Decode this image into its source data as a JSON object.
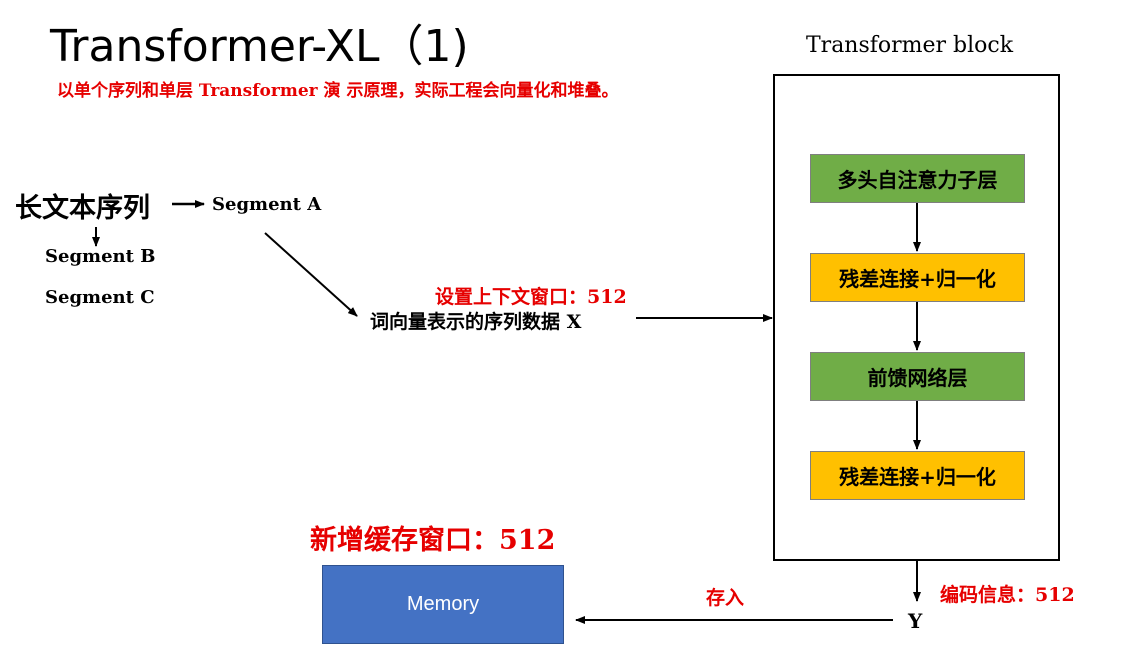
{
  "title": "Transformer-XL（1)",
  "subtitle": "以单个序列和单层 Transformer 演 示原理，实际工程会向量化和堆叠。",
  "transformer_block": {
    "title": "Transformer block",
    "layers": [
      {
        "label": "多头自注意力子层",
        "color": "#70ad47"
      },
      {
        "label": "残差连接+归一化",
        "color": "#ffc000"
      },
      {
        "label": "前馈网络层",
        "color": "#70ad47"
      },
      {
        "label": "残差连接+归一化",
        "color": "#ffc000"
      }
    ]
  },
  "sequence": {
    "label": "长文本序列",
    "segments": [
      "Segment A",
      "Segment B",
      "Segment C"
    ]
  },
  "input": {
    "label": "词向量表示的序列数据 X",
    "window_note": "设置上下文窗口：512"
  },
  "output": {
    "label": "Y",
    "encoding_note": "编码信息：512",
    "store_label": "存入"
  },
  "memory": {
    "label": "Memory",
    "cache_note": "新增缓存窗口：512",
    "color": "#4472c4"
  },
  "colors": {
    "accent_red": "#e60000",
    "green_layer": "#70ad47",
    "yellow_layer": "#ffc000"
  }
}
